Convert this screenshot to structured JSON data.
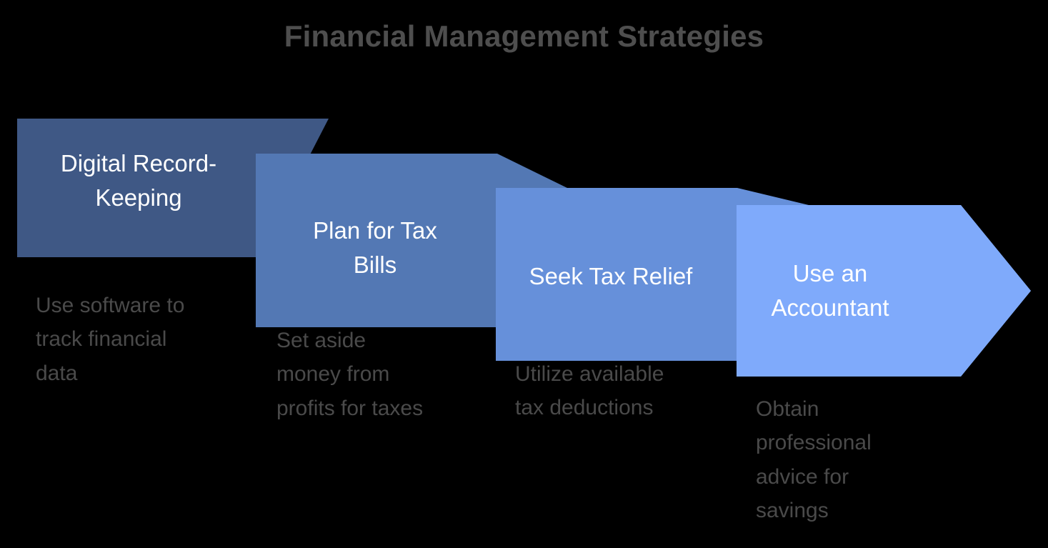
{
  "page": {
    "background_color": "#000000",
    "title": "Financial Management Strategies",
    "title_color": "#4e4e4e"
  },
  "chart_data": {
    "type": "diagram",
    "subtype": "chevron-process-flow",
    "title": "Financial Management Strategies",
    "direction": "left-to-right",
    "step_count": 4,
    "categories": [
      "Digital Record-Keeping",
      "Plan for Tax Bills",
      "Seek Tax Relief",
      "Use an Accountant"
    ],
    "steps": [
      {
        "index": 1,
        "label": "Digital Record-\nKeeping",
        "caption": "Use software to\ntrack financial\ndata",
        "fill": "#3F5885",
        "label_color": "#ffffff",
        "caption_color": "#4a4a4a",
        "shape": "chevron"
      },
      {
        "index": 2,
        "label": "Plan for Tax\nBills",
        "caption": "Set aside\nmoney from\nprofits for taxes",
        "fill": "#5378B4",
        "label_color": "#ffffff",
        "caption_color": "#4a4a4a",
        "shape": "chevron"
      },
      {
        "index": 3,
        "label": "Seek Tax Relief",
        "caption": "Utilize available\ntax deductions",
        "fill": "#6690DA",
        "label_color": "#ffffff",
        "caption_color": "#4a4a4a",
        "shape": "chevron"
      },
      {
        "index": 4,
        "label": "Use an\nAccountant",
        "caption": "Obtain\nprofessional\nadvice for\nsavings",
        "fill": "#7FAAFB",
        "label_color": "#ffffff",
        "caption_color": "#4a4a4a",
        "shape": "arrow"
      }
    ],
    "legend": null,
    "grid": false
  }
}
